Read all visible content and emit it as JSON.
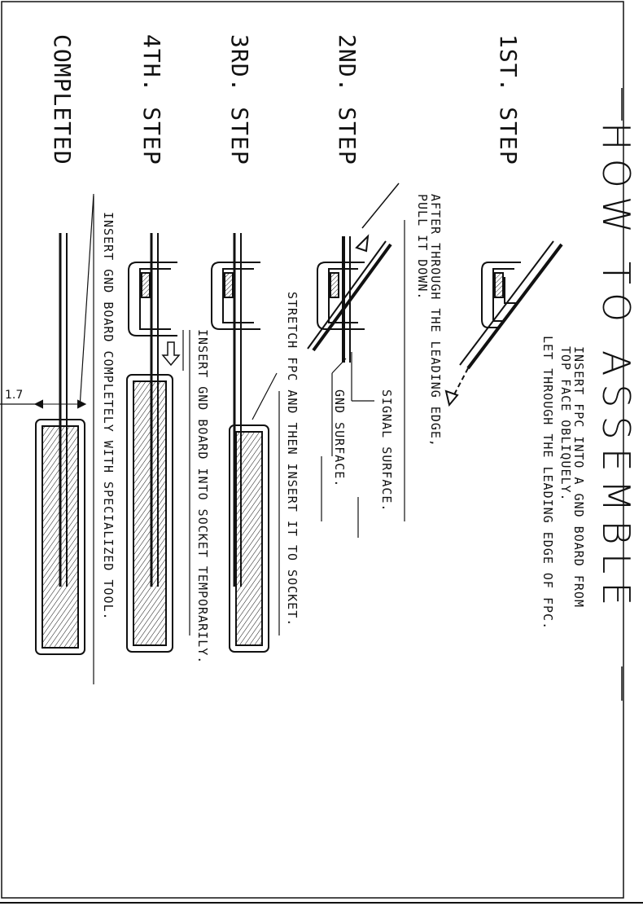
{
  "title": "HOW TO ASSEMBLE",
  "steps": [
    {
      "label": "1ST. STEP",
      "notes": [
        "INSERT FPC INTO A GND BOARD FROM",
        "TOP FACE OBLIQUELY.",
        "LET THROUGH THE LEADING EDGE OF FPC."
      ]
    },
    {
      "label": "2ND. STEP",
      "notes": [
        "AFTER THROUGH THE LEADING EDGE,",
        "PULL IT DOWN.",
        "SIGNAL SURFACE.",
        "GND SURFACE."
      ]
    },
    {
      "label": "3RD. STEP",
      "notes": [
        "STRETCH FPC AND THEN INSERT IT TO SOCKET."
      ]
    },
    {
      "label": "4TH. STEP",
      "notes": [
        "INSERT GND BOARD INTO SOCKET TEMPORARILY."
      ]
    },
    {
      "label": "COMPLETED",
      "notes": [
        "INSERT GND BOARD COMPLETELY WITH SPECIALIZED TOOL."
      ]
    }
  ],
  "dimension": "1.7"
}
